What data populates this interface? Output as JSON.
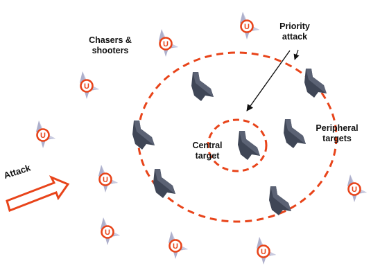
{
  "labels": {
    "chasers": "Chasers &\nshooters",
    "priority": "Priority\nattack",
    "central": "Central\ntarget",
    "peripheral": "Peripheral\ntargets",
    "attack": "Attack"
  },
  "icons": {
    "attacker_badge_letter": "U",
    "attacker_icon": "attacker-drone-icon",
    "target_icon": "target-drone-icon"
  },
  "colors": {
    "ring": "#e8441a",
    "badge": "#e8441a",
    "attacker_body": "#aeb0cc",
    "target_body": "#3f4656",
    "arrow": "#e8441a"
  }
}
